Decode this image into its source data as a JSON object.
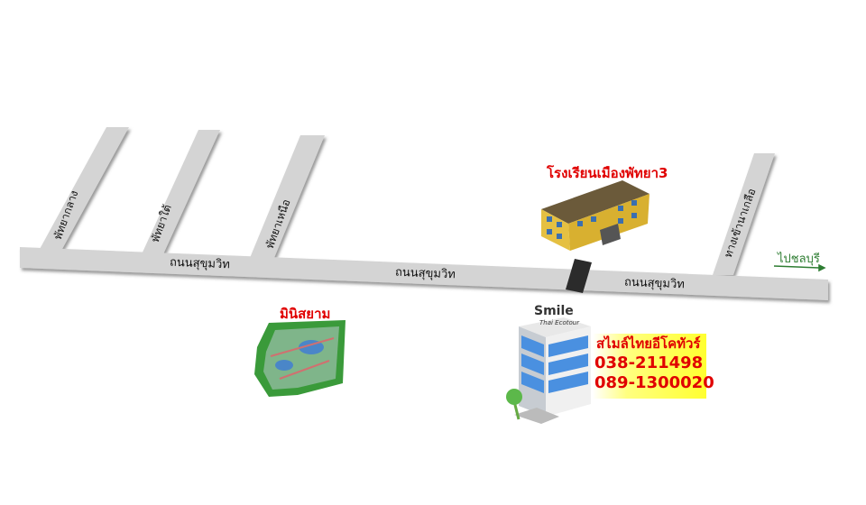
{
  "roads": {
    "main": "ถนนสุขุมวิท",
    "side": [
      "พัทยากลาง",
      "พัทยาใต้",
      "พัทยาเหนือ",
      "ทางเข้านาเกลือ"
    ]
  },
  "direction": {
    "label": "ไปชลบุรี",
    "color": "#2e7d32"
  },
  "landmarks": {
    "school": "โรงเรียนเมืองพัทยา3",
    "minisiam": "มินิสยาม"
  },
  "office": {
    "logo_text": "Smile",
    "logo_sub": "Thai Ecotour",
    "name": "สไมล์ไทยอีโคทัวร์",
    "phones": [
      "038-211498",
      "089-1300020"
    ]
  },
  "colors": {
    "road": "#d4d4d4",
    "label_red": "#e00000"
  }
}
